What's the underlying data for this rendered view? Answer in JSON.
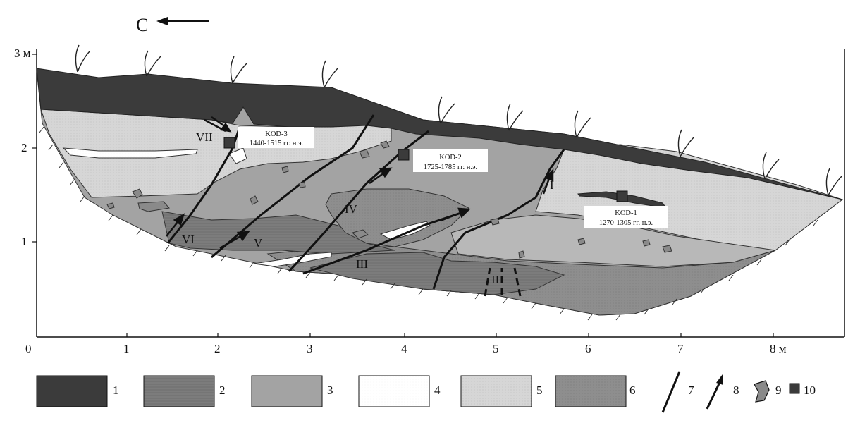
{
  "direction": {
    "label": "С",
    "arrow": "west-arrow-icon"
  },
  "y_axis": {
    "ticks": [
      "3 м",
      "2",
      "1"
    ]
  },
  "x_axis": {
    "ticks": [
      "0",
      "1",
      "2",
      "3",
      "4",
      "5",
      "6",
      "7",
      "8 м"
    ]
  },
  "units": [
    "I",
    "II",
    "III",
    "IV",
    "V",
    "VI",
    "VII"
  ],
  "samples": [
    {
      "id": "KOD-3",
      "age": "1440-1515 гг. н.э."
    },
    {
      "id": "KOD-2",
      "age": "1725-1785 гг. н.э."
    },
    {
      "id": "KOD-1",
      "age": "1270-1305 гг. н.э."
    }
  ],
  "legend": [
    {
      "num": "1",
      "kind": "fill",
      "color": "#3b3b3b"
    },
    {
      "num": "2",
      "kind": "fill",
      "color": "#7c7c7c",
      "pattern": "horizontal-lines"
    },
    {
      "num": "3",
      "kind": "fill",
      "color": "#a3a3a3"
    },
    {
      "num": "4",
      "kind": "fill",
      "color": "#ffffff"
    },
    {
      "num": "5",
      "kind": "fill",
      "color": "#d6d6d6",
      "pattern": "dots"
    },
    {
      "num": "6",
      "kind": "fill",
      "color": "#8e8e8e",
      "pattern": "dots"
    },
    {
      "num": "7",
      "kind": "fault-line-icon"
    },
    {
      "num": "8",
      "kind": "thrust-arrow-icon"
    },
    {
      "num": "9",
      "kind": "clast-icon"
    },
    {
      "num": "10",
      "kind": "sample-square-icon"
    }
  ]
}
